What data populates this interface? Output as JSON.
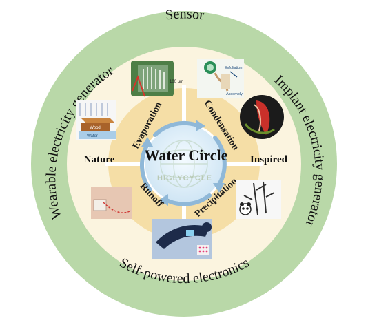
{
  "outer_ring": {
    "top": "Sensor",
    "left": "Wearable electricity generator",
    "right": "Implant electricity generator",
    "bottom": "Self-powered electronics"
  },
  "sides": {
    "left": "Nature",
    "right": "Inspired"
  },
  "center": {
    "title": "Water Circle",
    "watermark": "HIGLYCYCLE"
  },
  "cycle": {
    "evaporation": "Evaporation",
    "condensation": "Condensation",
    "precipitation": "Precipitation",
    "runoff": "Runoff"
  },
  "image_labels": {
    "wood": "Wood",
    "water": "Water",
    "scale": "100 μm",
    "exfoliation": "Exfoliation",
    "assembly": "Assembly"
  },
  "colors": {
    "outer_ring": "#b9d8a8",
    "inner_disc": "#fbf4df",
    "quadrant": "#f5dea6",
    "center": "#dff0fa",
    "arrow": "#8fb8d8"
  }
}
